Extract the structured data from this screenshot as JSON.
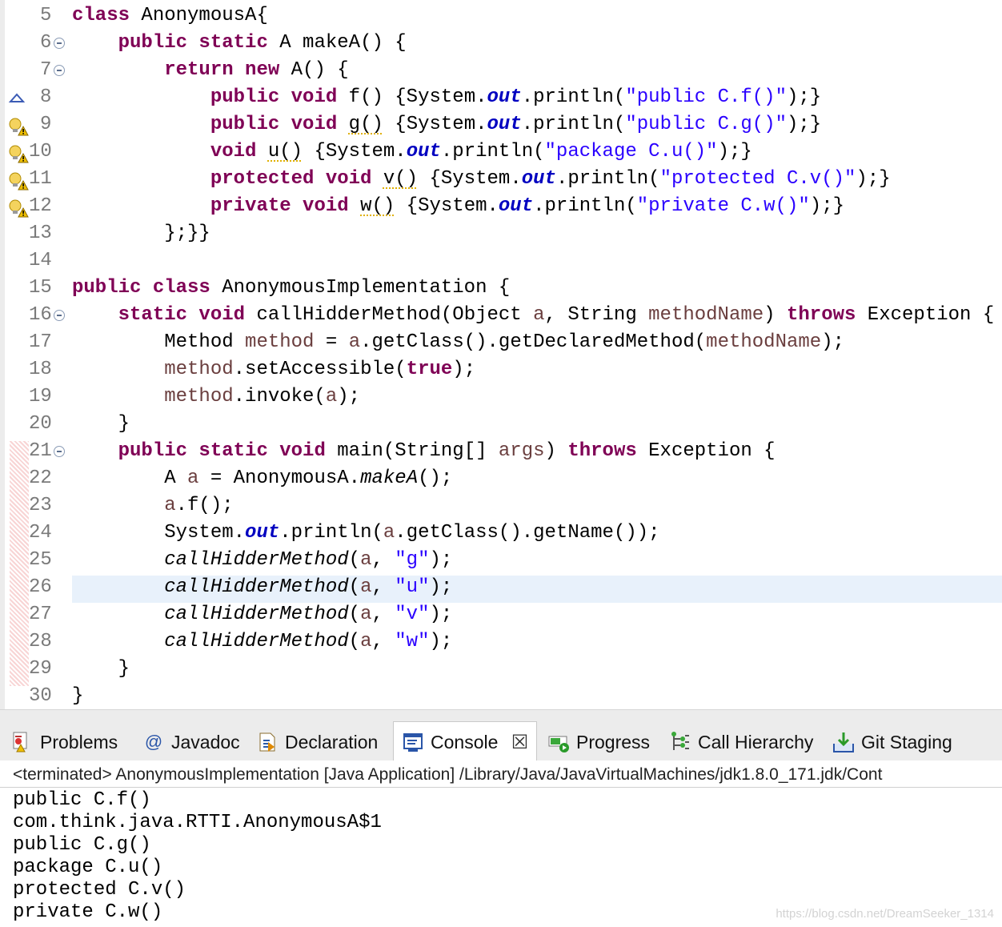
{
  "editor": {
    "lines": [
      {
        "n": "5",
        "html": "<span class=\"kw\">class</span> AnonymousA{"
      },
      {
        "n": "6",
        "fold": true,
        "html": "    <span class=\"kw\">public static</span> A makeA() {"
      },
      {
        "n": "7",
        "fold": true,
        "html": "        <span class=\"kw\">return new</span> A() {"
      },
      {
        "n": "8",
        "icon": "override-triangle-icon",
        "html": "            <span class=\"kw\">public void</span> f() {System.<span class=\"fld\">out</span>.println(<span class=\"str\">\"public C.f()\"</span>);}"
      },
      {
        "n": "9",
        "icon": "warning-bulb-icon",
        "html": "            <span class=\"kw\">public void</span> <span class=\"warnu\">g()</span> {System.<span class=\"fld\">out</span>.println(<span class=\"str\">\"public C.g()\"</span>);}"
      },
      {
        "n": "10",
        "icon": "warning-bulb-icon",
        "html": "            <span class=\"kw\">void</span> <span class=\"warnu\">u()</span> {System.<span class=\"fld\">out</span>.println(<span class=\"str\">\"package C.u()\"</span>);}"
      },
      {
        "n": "11",
        "icon": "warning-bulb-icon",
        "html": "            <span class=\"kw\">protected void</span> <span class=\"warnu\">v()</span> {System.<span class=\"fld\">out</span>.println(<span class=\"str\">\"protected C.v()\"</span>);}"
      },
      {
        "n": "12",
        "icon": "warning-bulb-icon",
        "html": "            <span class=\"kw\">private void</span> <span class=\"warnu\">w()</span> {System.<span class=\"fld\">out</span>.println(<span class=\"str\">\"private C.w()\"</span>);}"
      },
      {
        "n": "13",
        "html": "        };}}"
      },
      {
        "n": "14",
        "html": ""
      },
      {
        "n": "15",
        "html": "<span class=\"kw\">public class</span> AnonymousImplementation {"
      },
      {
        "n": "16",
        "fold": true,
        "html": "    <span class=\"kw\">static void</span> callHidderMethod(Object <span class=\"var\">a</span>, String <span class=\"var\">methodName</span>) <span class=\"kw\">throws</span> Exception {"
      },
      {
        "n": "17",
        "html": "        Method <span class=\"var\">method</span> = <span class=\"var\">a</span>.getClass().getDeclaredMethod(<span class=\"var\">methodName</span>);"
      },
      {
        "n": "18",
        "html": "        <span class=\"var\">method</span>.setAccessible(<span class=\"kw\">true</span>);"
      },
      {
        "n": "19",
        "html": "        <span class=\"var\">method</span>.invoke(<span class=\"var\">a</span>);"
      },
      {
        "n": "20",
        "html": "    }"
      },
      {
        "n": "21",
        "fold": true,
        "html": "    <span class=\"kw\">public static void</span> main(String[] <span class=\"var\">args</span>) <span class=\"kw\">throws</span> Exception {"
      },
      {
        "n": "22",
        "html": "        A <span class=\"var\">a</span> = AnonymousA.<span class=\"it\">makeA</span>();"
      },
      {
        "n": "23",
        "html": "        <span class=\"var\">a</span>.f();"
      },
      {
        "n": "24",
        "html": "        System.<span class=\"fld\">out</span>.println(<span class=\"var\">a</span>.getClass().getName());"
      },
      {
        "n": "25",
        "html": "        <span class=\"it\">callHidderMethod</span>(<span class=\"var\">a</span>, <span class=\"str\">\"g\"</span>);"
      },
      {
        "n": "26",
        "html": "        <span class=\"it\">callHidderMethod</span>(<span class=\"var\">a</span>, <span class=\"str\">\"u\"</span>);"
      },
      {
        "n": "27",
        "html": "        <span class=\"it\">callHidderMethod</span>(<span class=\"var\">a</span>, <span class=\"str\">\"v\"</span>);"
      },
      {
        "n": "28",
        "html": "        <span class=\"it\">callHidderMethod</span>(<span class=\"var\">a</span>, <span class=\"str\">\"w\"</span>);"
      },
      {
        "n": "29",
        "html": "    }"
      },
      {
        "n": "30",
        "html": "}"
      }
    ]
  },
  "tabs": [
    {
      "label": "Problems",
      "icon": "problems-icon"
    },
    {
      "label": "Javadoc",
      "icon": "javadoc-at-icon"
    },
    {
      "label": "Declaration",
      "icon": "declaration-icon"
    },
    {
      "label": "Console",
      "icon": "console-icon",
      "active": true
    },
    {
      "label": "Progress",
      "icon": "progress-icon"
    },
    {
      "label": "Call Hierarchy",
      "icon": "call-hierarchy-icon"
    },
    {
      "label": "Git Staging",
      "icon": "git-staging-icon"
    }
  ],
  "console": {
    "header": "<terminated> AnonymousImplementation [Java Application] /Library/Java/JavaVirtualMachines/jdk1.8.0_171.jdk/Cont",
    "output": [
      "public C.f()",
      "com.think.java.RTTI.AnonymousA$1",
      "public C.g()",
      "package C.u()",
      "protected C.v()",
      "private C.w()"
    ]
  },
  "watermark": "https://blog.csdn.net/DreamSeeker_1314",
  "colors": {
    "keyword": "#7f0055",
    "string": "#2a00ff",
    "field": "#0000c0",
    "variable": "#6a3e3e",
    "current_line": "#e8f1fb"
  }
}
